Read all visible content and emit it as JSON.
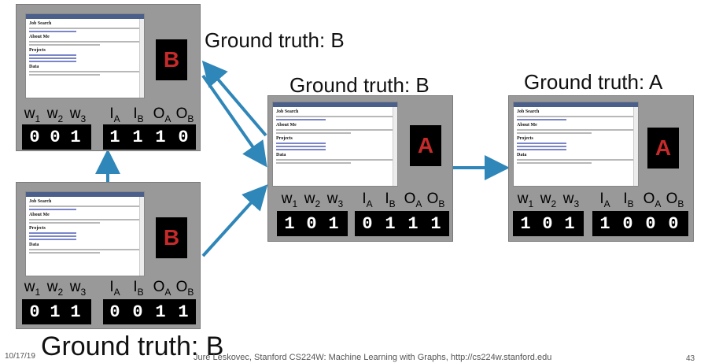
{
  "panels": [
    {
      "id": "top-left",
      "prediction": "B",
      "values": [
        "0",
        "0",
        "1",
        "1",
        "1",
        "1",
        "0"
      ],
      "ground_truth": "Ground truth: B"
    },
    {
      "id": "bottom-left",
      "prediction": "B",
      "values": [
        "0",
        "1",
        "1",
        "0",
        "0",
        "1",
        "1"
      ],
      "ground_truth": "Ground truth: B"
    },
    {
      "id": "middle",
      "prediction": "A",
      "values": [
        "1",
        "0",
        "1",
        "0",
        "1",
        "1",
        "1"
      ],
      "ground_truth": "Ground truth: B"
    },
    {
      "id": "right",
      "prediction": "A",
      "values": [
        "1",
        "0",
        "1",
        "1",
        "0",
        "0",
        "0"
      ],
      "ground_truth": "Ground truth: A"
    }
  ],
  "feature_labels": [
    {
      "base": "w",
      "sub": "1"
    },
    {
      "base": "w",
      "sub": "2"
    },
    {
      "base": "w",
      "sub": "3"
    },
    {
      "base": "I",
      "sub": "A"
    },
    {
      "base": "I",
      "sub": "B"
    },
    {
      "base": "O",
      "sub": "A"
    },
    {
      "base": "O",
      "sub": "B"
    }
  ],
  "webpage": {
    "heading_1": "Job Search",
    "heading_2": "About Me",
    "heading_3": "Projects",
    "heading_4": "Data"
  },
  "footer": {
    "date": "10/17/19",
    "text": "Jure Leskovec, Stanford CS224W: Machine Learning with Graphs, http://cs224w.stanford.edu",
    "page": "43"
  },
  "colors": {
    "arrow": "#2f86b8",
    "panel": "#999999",
    "label_letter": "#c62a2a"
  }
}
